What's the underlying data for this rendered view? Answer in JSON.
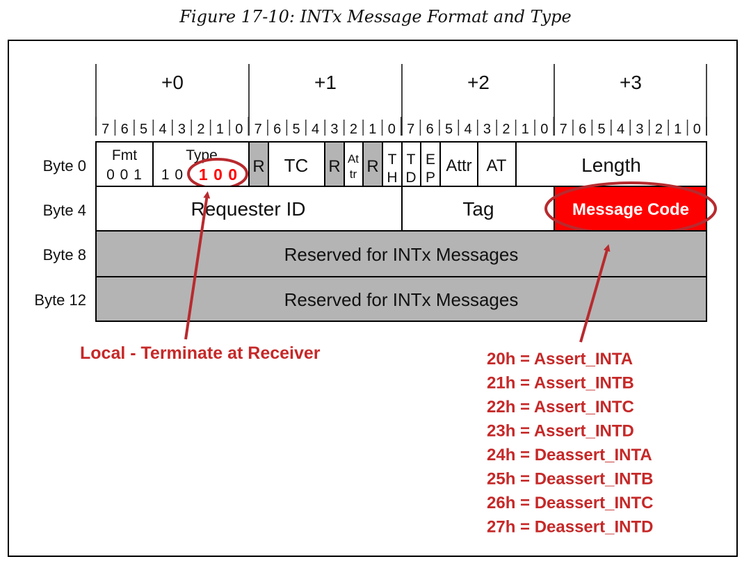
{
  "caption": "Figure 17-10: INTx Message Format and Type",
  "byte_offsets": [
    "+0",
    "+1",
    "+2",
    "+3"
  ],
  "bit_labels": [
    "7",
    "6",
    "5",
    "4",
    "3",
    "2",
    "1",
    "0"
  ],
  "row_labels": [
    "Byte 0",
    "Byte 4",
    "Byte 8",
    "Byte 12"
  ],
  "fields": {
    "fmt": "Fmt",
    "fmt_value": "0 0 1",
    "type": "Type",
    "type_value_prefix": "1 0",
    "type_value_highlight": "1 0 0",
    "r": "R",
    "tc": "TC",
    "attr_a": "At",
    "attr_b": "tr",
    "th_a": "T",
    "th_b": "H",
    "td_a": "T",
    "td_b": "D",
    "ep_a": "E",
    "ep_b": "P",
    "attr": "Attr",
    "at": "AT",
    "length": "Length",
    "requester_id": "Requester ID",
    "tag": "Tag",
    "message_code": "Message Code",
    "reserved": "Reserved for INTx Messages"
  },
  "annotations": {
    "local": "Local - Terminate at Receiver",
    "codes": [
      "20h = Assert_INTA",
      "21h = Assert_INTB",
      "22h = Assert_INTC",
      "23h = Assert_INTD",
      "24h = Deassert_INTA",
      "25h = Deassert_INTB",
      "26h = Deassert_INTC",
      "27h = Deassert_INTD"
    ]
  },
  "colors": {
    "reserved_fill": "#b4b4b4",
    "highlight": "#ff0000",
    "annotation": "#c62828",
    "arrow": "#b82a2e"
  }
}
